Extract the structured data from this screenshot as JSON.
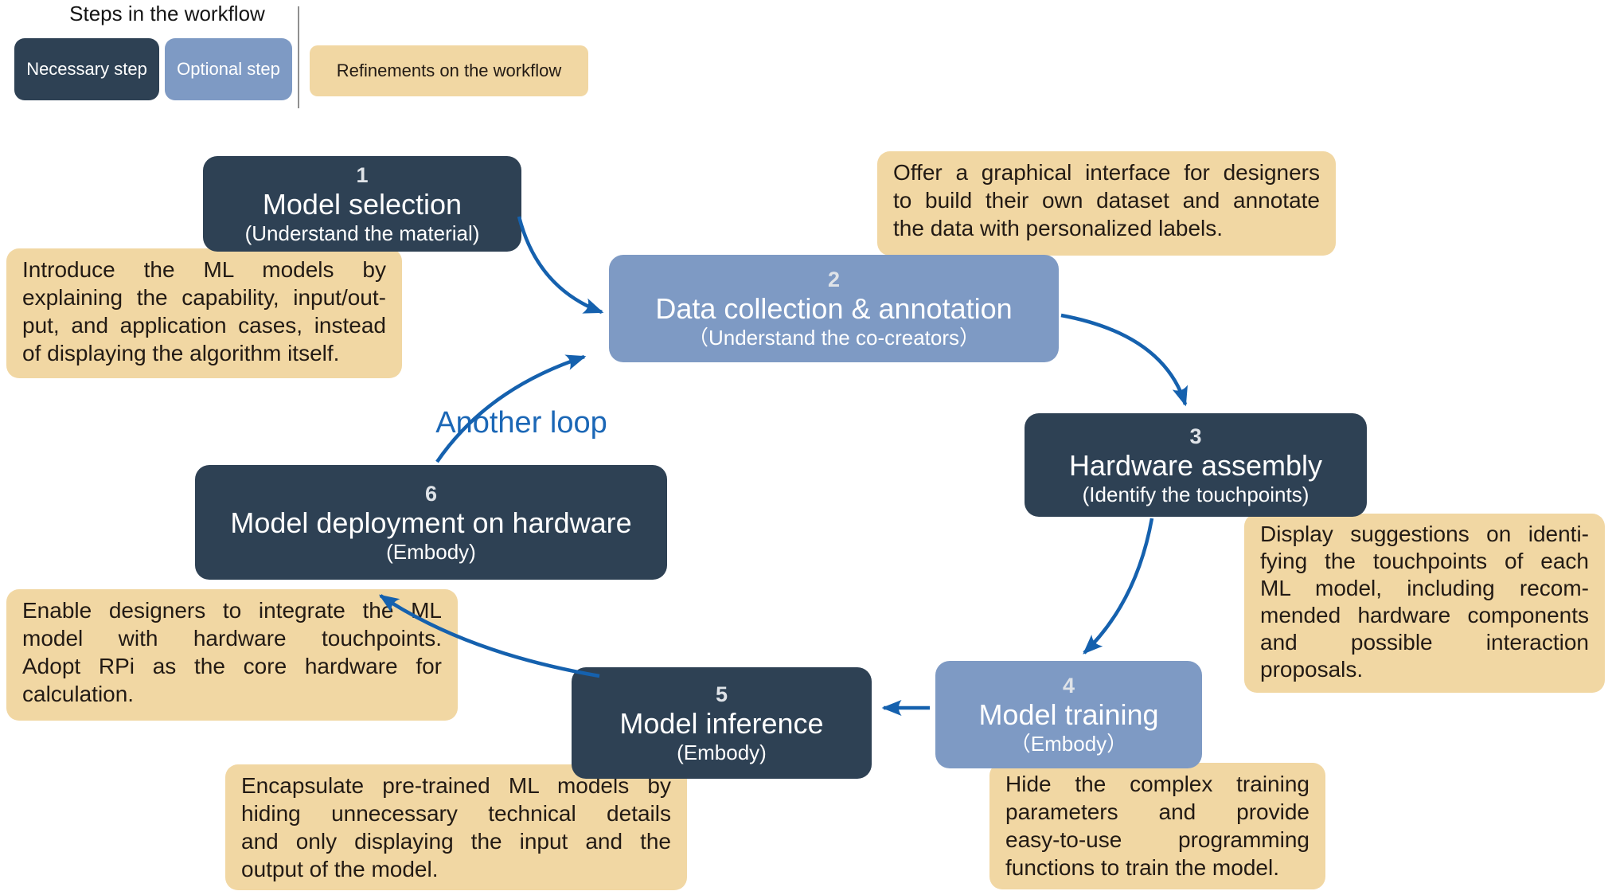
{
  "legend": {
    "title": "Steps in the workflow",
    "necessary_label": "Necessary step",
    "optional_label": "Optional step",
    "refinement_label": "Refinements on the workflow"
  },
  "another_loop_label": "Another loop",
  "steps": [
    {
      "num": "1",
      "title": "Model selection",
      "subtitle": "(Understand the material)",
      "type": "necessary"
    },
    {
      "num": "2",
      "title": "Data collection & annotation",
      "subtitle": "（Understand the co-creators）",
      "type": "optional"
    },
    {
      "num": "3",
      "title": "Hardware assembly",
      "subtitle": "(Identify the touchpoints)",
      "type": "necessary"
    },
    {
      "num": "4",
      "title": "Model training",
      "subtitle": "（Embody）",
      "type": "optional"
    },
    {
      "num": "5",
      "title": "Model inference",
      "subtitle": "(Embody)",
      "type": "necessary"
    },
    {
      "num": "6",
      "title": "Model deployment on hardware",
      "subtitle": "(Embody)",
      "type": "necessary"
    }
  ],
  "refinements": [
    {
      "for_step": "1",
      "lines": [
        "Introduce the ML models by",
        "explaining the capability, input/out-",
        "put, and application cases, instead",
        "of displaying the algorithm itself."
      ]
    },
    {
      "for_step": "2",
      "lines": [
        "Offer a graphical interface for designers",
        "to build their own dataset and annotate",
        "the data with personalized labels."
      ]
    },
    {
      "for_step": "3",
      "lines": [
        "Display suggestions on identi-",
        "fying the touchpoints of each",
        "ML model, including recom-",
        "mended hardware components",
        "and possible interaction",
        "proposals."
      ]
    },
    {
      "for_step": "4",
      "lines": [
        "Hide the complex training",
        "parameters and provide",
        "easy-to-use programming",
        "functions to train the model."
      ]
    },
    {
      "for_step": "5",
      "lines": [
        "Encapsulate pre-trained ML models by",
        "hiding unnecessary technical details",
        "and only displaying the input and the",
        "output of the model."
      ]
    },
    {
      "for_step": "6",
      "lines": [
        "Enable designers to integrate the ML",
        "model with hardware touchpoints.",
        "Adopt RPi as the core hardware for",
        "calculation."
      ]
    }
  ],
  "colors": {
    "necessary": "#2E4154",
    "optional": "#7E9AC4",
    "refinement": "#F1D7A3",
    "arrow": "#1561AE",
    "loop-text": "#1B67B6",
    "note-text": "#221A14",
    "number-text": "#DFE3E8"
  }
}
